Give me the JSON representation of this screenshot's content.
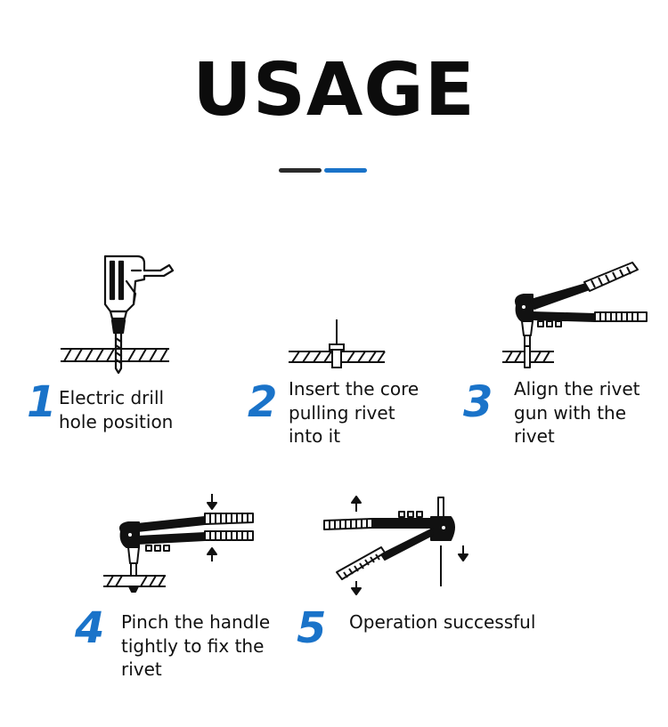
{
  "title": "USAGE",
  "accent_colors": {
    "dark": "#2b2b2b",
    "blue": "#1a73c9"
  },
  "steps": [
    {
      "number": "1",
      "text": "Electric drill\nhole position",
      "icon": "electric-drill-icon"
    },
    {
      "number": "2",
      "text": "Insert the core\npulling rivet\ninto it",
      "icon": "rivet-insert-icon"
    },
    {
      "number": "3",
      "text": "Align the rivet\ngun with the\nrivet",
      "icon": "rivet-gun-align-icon"
    },
    {
      "number": "4",
      "text": "Pinch the handle\ntightly to fix the\nrivet",
      "icon": "rivet-gun-squeeze-icon"
    },
    {
      "number": "5",
      "text": "Operation successful",
      "icon": "rivet-gun-release-icon"
    }
  ]
}
